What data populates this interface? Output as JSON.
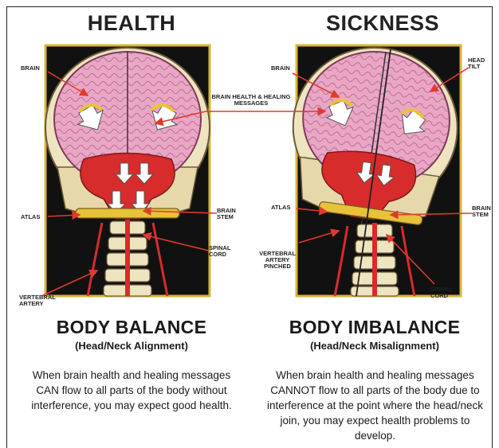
{
  "left": {
    "title": "HEALTH",
    "labels": {
      "brain": "BRAIN",
      "atlas": "ATLAS",
      "vertebral_artery": "VERTEBRAL ARTERY"
    },
    "heading": "BODY BALANCE",
    "subheading": "(Head/Neck Alignment)",
    "description": "When brain health and healing messages CAN flow to all parts of the body without interference, you may expect good health."
  },
  "center_labels": {
    "messages": "BRAIN HEALTH & HEALING MESSAGES",
    "brain_stem": "BRAIN STEM",
    "spinal_cord": "SPINAL CORD"
  },
  "right": {
    "title": "SICKNESS",
    "labels": {
      "brain": "BRAIN",
      "head_tilt": "HEAD TILT",
      "atlas": "ATLAS",
      "brain_stem": "BRAIN STEM",
      "vertebral_artery_pinched": "VERTEBRAL ARTERY PINCHED",
      "spinal_cord": "SPINAL CORD"
    },
    "heading": "BODY IMBALANCE",
    "subheading": "(Head/Neck Misalignment)",
    "description": "When brain health and healing messages CANNOT flow to all parts of the body due to interference at the point where the head/neck join, you may expect health problems to develop."
  },
  "colors": {
    "brain": "#e9a7c6",
    "brain_stem_red": "#d82b2b",
    "skull": "#efe4c0",
    "atlas_yellow": "#e8c23a",
    "background_panel": "#111111",
    "panel_border": "#d9b43a",
    "pointer_line": "#e03a2e"
  }
}
